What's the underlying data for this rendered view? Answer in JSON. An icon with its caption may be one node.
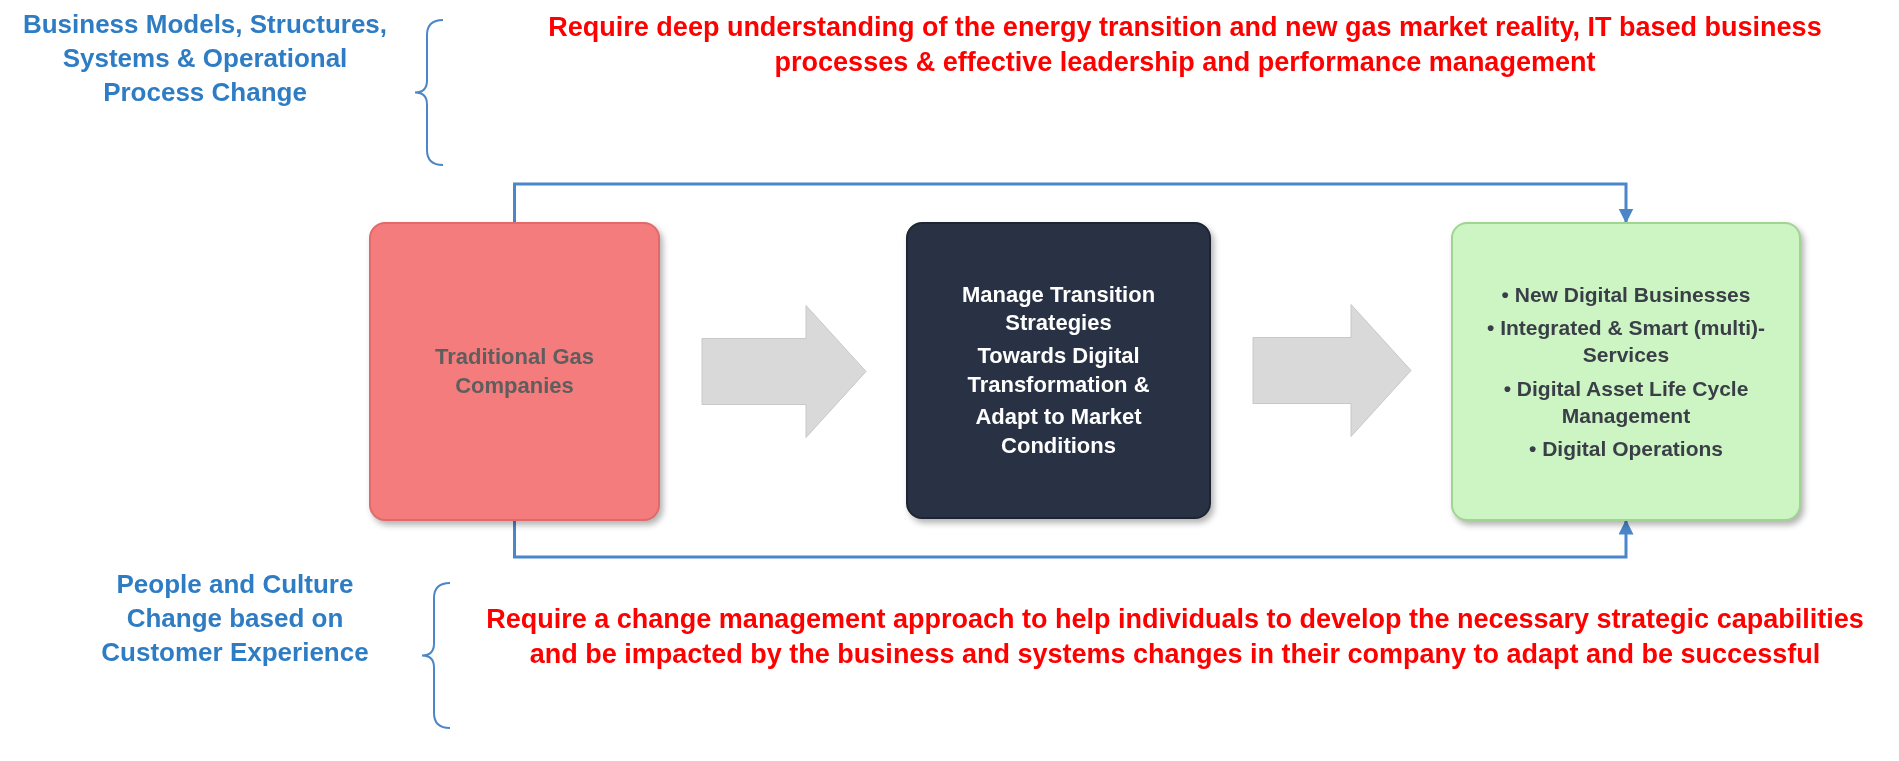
{
  "diagram": {
    "nodes": [
      {
        "text": [
          "Traditional Gas Companies"
        ]
      },
      {
        "text": [
          "Manage Transition Strategies",
          "Towards Digital Transformation &",
          "Adapt to Market Conditions"
        ]
      },
      {
        "text": [
          "• New Digital Businesses",
          "• Integrated & Smart (multi)-Services",
          "• Digital Asset Life Cycle Management",
          "• Digital Operations"
        ]
      }
    ],
    "edges": [
      {
        "from": 0,
        "to": 1,
        "arrow": "to",
        "style": "thick",
        "color": "#d9d9d9"
      },
      {
        "from": 1,
        "to": 2,
        "arrow": "to",
        "style": "thick",
        "color": "#d9d9d9"
      },
      {
        "from": 0,
        "to": 2,
        "arrow": "to"
      },
      {
        "from": 0,
        "to": 2,
        "arrow": "to"
      }
    ],
    "labels": [
      "Business Models, Structures, Systems & Operational Process Change",
      "Require deep understanding of the energy transition and new gas market reality, IT based business processes & effective leadership and performance management",
      "People and Culture Change based on Customer Experience",
      "Require a change management approach to help individuals to develop the necessary strategic capabilities and be impacted by the business and systems changes in their company to adapt and be successful"
    ]
  }
}
